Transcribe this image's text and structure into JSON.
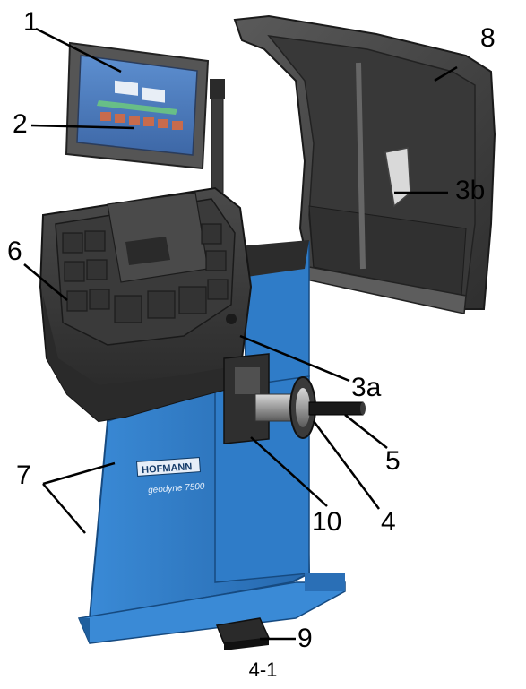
{
  "figure": {
    "caption": "4-1",
    "brand_label": "HOFMANN",
    "model_label": "geodyne 7500",
    "callouts": {
      "c1": "1",
      "c2": "2",
      "c3a": "3a",
      "c3b": "3b",
      "c4": "4",
      "c5": "5",
      "c6": "6",
      "c7": "7",
      "c8": "8",
      "c9": "9",
      "c10": "10"
    }
  },
  "colors": {
    "machine_blue": "#2b78c2",
    "machine_blue_dark": "#1f5f9e",
    "tray_dark": "#3b3b3b",
    "hood_dark": "#454545",
    "screen_blue": "#4b79b8"
  }
}
